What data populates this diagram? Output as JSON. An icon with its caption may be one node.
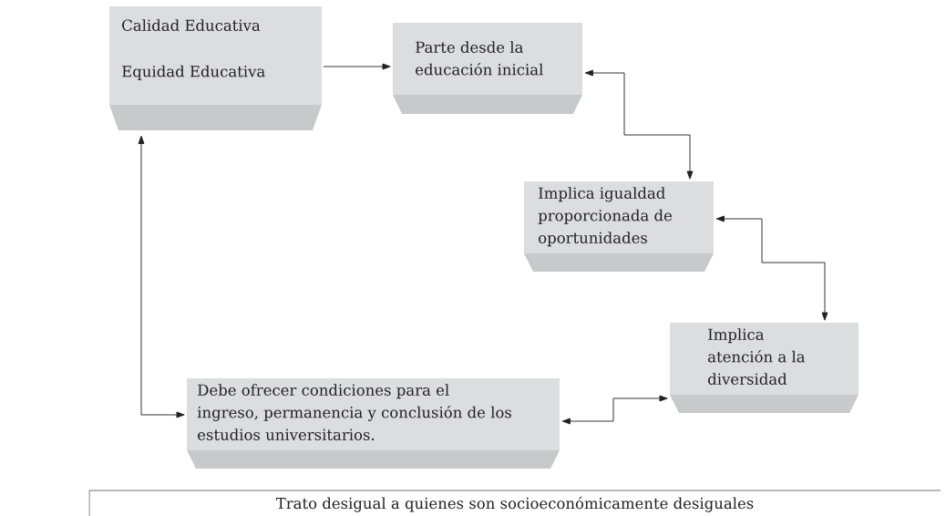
{
  "diagram": {
    "nodes": [
      {
        "text": [
          "Calidad Educativa",
          "Equidad Educativa"
        ]
      },
      {
        "text": [
          "Parte desde la educación inicial"
        ]
      },
      {
        "text": [
          "Implica igualdad proporcionada de oportunidades"
        ]
      },
      {
        "text": [
          "Implica atención a la diversidad"
        ]
      },
      {
        "text": [
          "Debe ofrecer condiciones para el ingreso, permanencia y conclusión de los estudios universitarios."
        ]
      },
      {
        "text": [
          "Trato desigual a quienes son socioeconómicamente desiguales"
        ]
      }
    ],
    "edges": [
      {
        "from": 0,
        "to": 1,
        "arrow": "to"
      },
      {
        "from": 1,
        "to": 2,
        "arrow": "both"
      },
      {
        "from": 2,
        "to": 3,
        "arrow": "both"
      },
      {
        "from": 3,
        "to": 4,
        "arrow": "both"
      },
      {
        "from": 0,
        "to": 4,
        "arrow": "both"
      }
    ]
  }
}
